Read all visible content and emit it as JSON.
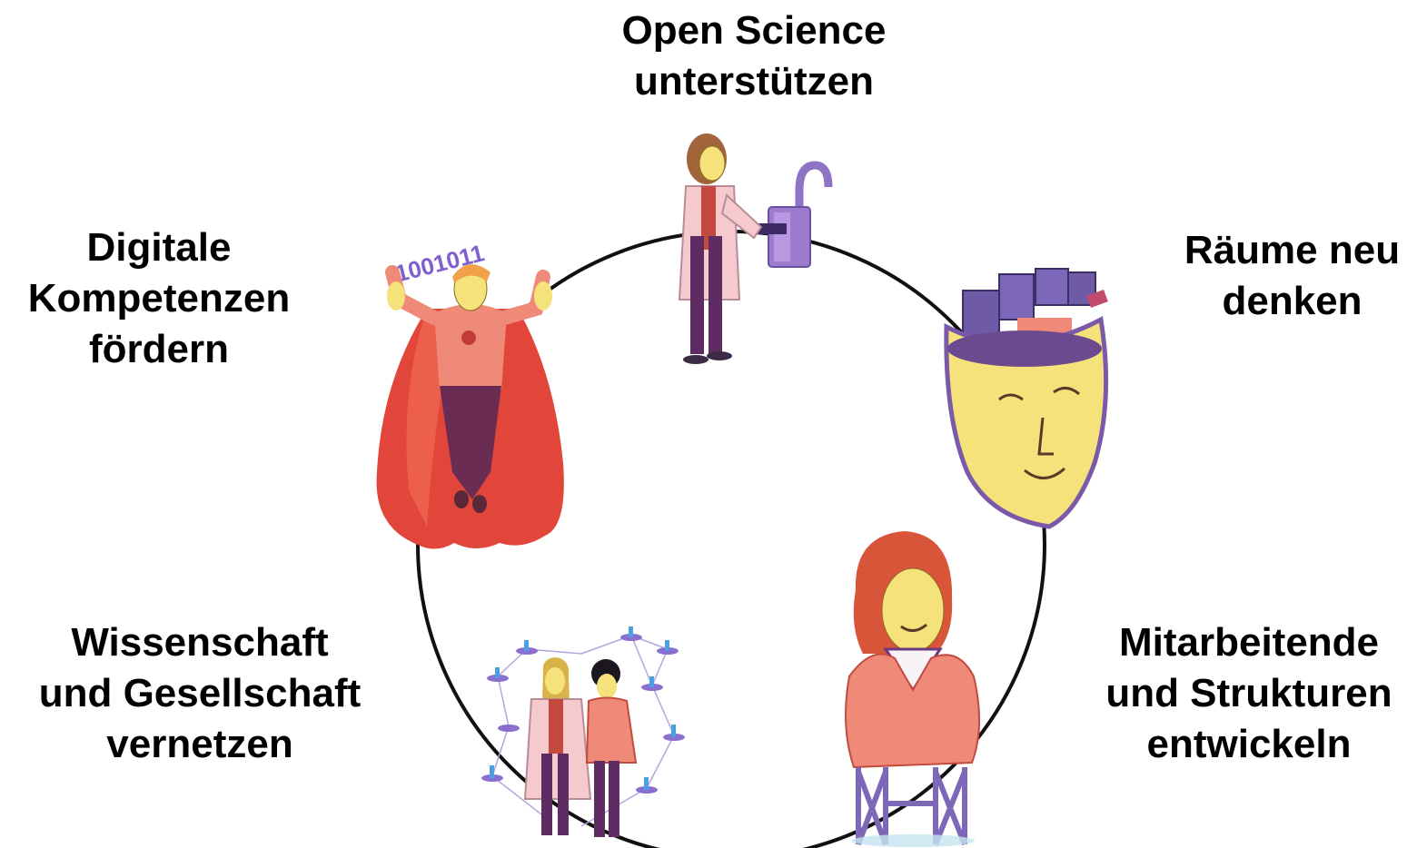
{
  "labels": {
    "open_science": [
      "Open Science",
      "unterstützen"
    ],
    "digitale_kompetenzen": [
      "Digitale",
      "Kompetenzen",
      "fördern"
    ],
    "raeume": [
      "Räume neu",
      "denken"
    ],
    "wissenschaft": [
      "Wissenschaft",
      "und Gesellschaft",
      "vernetzen"
    ],
    "mitarbeitende": [
      "Mitarbeitende",
      "und Strukturen",
      "entwickeln"
    ]
  },
  "illustrations": {
    "binary_text": "1001011",
    "open_science": "woman-unlocking-padlock",
    "digital": "superhero-flying",
    "raeume": "smiling-mask-with-rooms",
    "network": "two-people-in-network",
    "structures": "person-bust-on-scaffold"
  },
  "colors": {
    "ring": "#111111",
    "coral": "#f08a78",
    "red": "#e2463a",
    "purple": "#6b3a7d",
    "lavender": "#9f7bd0",
    "yellow": "#f6e27a",
    "pink": "#f6c9cf"
  }
}
